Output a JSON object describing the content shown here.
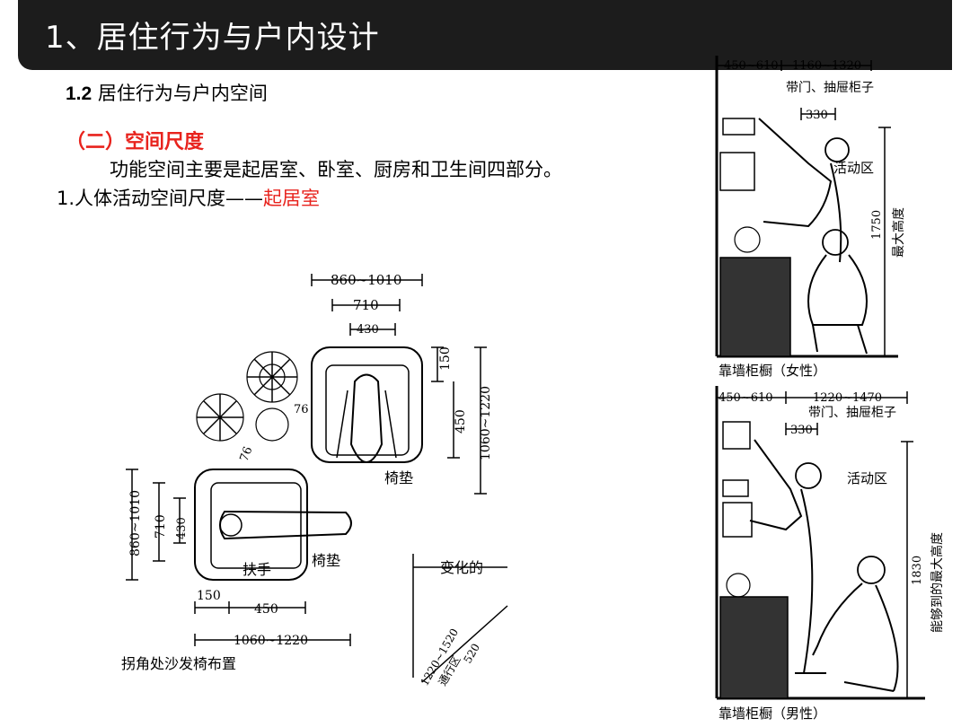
{
  "header": {
    "title": "1、居住行为与户内设计"
  },
  "subtitle": {
    "number": "1.2",
    "text": " 居住行为与户内空间"
  },
  "section": {
    "heading": "（二）空间尺度"
  },
  "paragraph": {
    "text": "功能空间主要是起居室、卧室、厨房和卫生间四部分。"
  },
  "item": {
    "prefix": "1.人体活动空间尺度——",
    "highlight": "起居室"
  },
  "sofa_figure": {
    "dims_top": [
      "860~1010",
      "710",
      "430"
    ],
    "dims_right": [
      "150",
      "450",
      "1060~1220"
    ],
    "dims_left": [
      "860~1010",
      "710",
      "430"
    ],
    "dims_bottom": [
      "150",
      "450",
      "1060~1220"
    ],
    "small_dims": [
      "76",
      "76"
    ],
    "labels": {
      "cushion_top": "椅垫",
      "cushion_side": "椅垫",
      "armrest": "扶手",
      "variable": "变化的",
      "caption": "拐角处沙发椅布置"
    },
    "diag_dims": [
      "1220~1520",
      "通行区",
      "520"
    ]
  },
  "cabinet_female": {
    "dims_top": [
      "450~610",
      "1160~1320"
    ],
    "note": "带门、抽屉柜子",
    "dim_inner": "330",
    "zone": "活动区",
    "height": "1750",
    "height_label": "最大高度",
    "caption": "靠墙柜橱（女性）"
  },
  "cabinet_male": {
    "dims_top": [
      "450~610",
      "1220~1470"
    ],
    "note": "带门、抽屉柜子",
    "dim_inner": "330",
    "zone": "活动区",
    "height": "1830",
    "height_label": "能够到的最大高度",
    "caption": "靠墙柜橱（男性）"
  }
}
